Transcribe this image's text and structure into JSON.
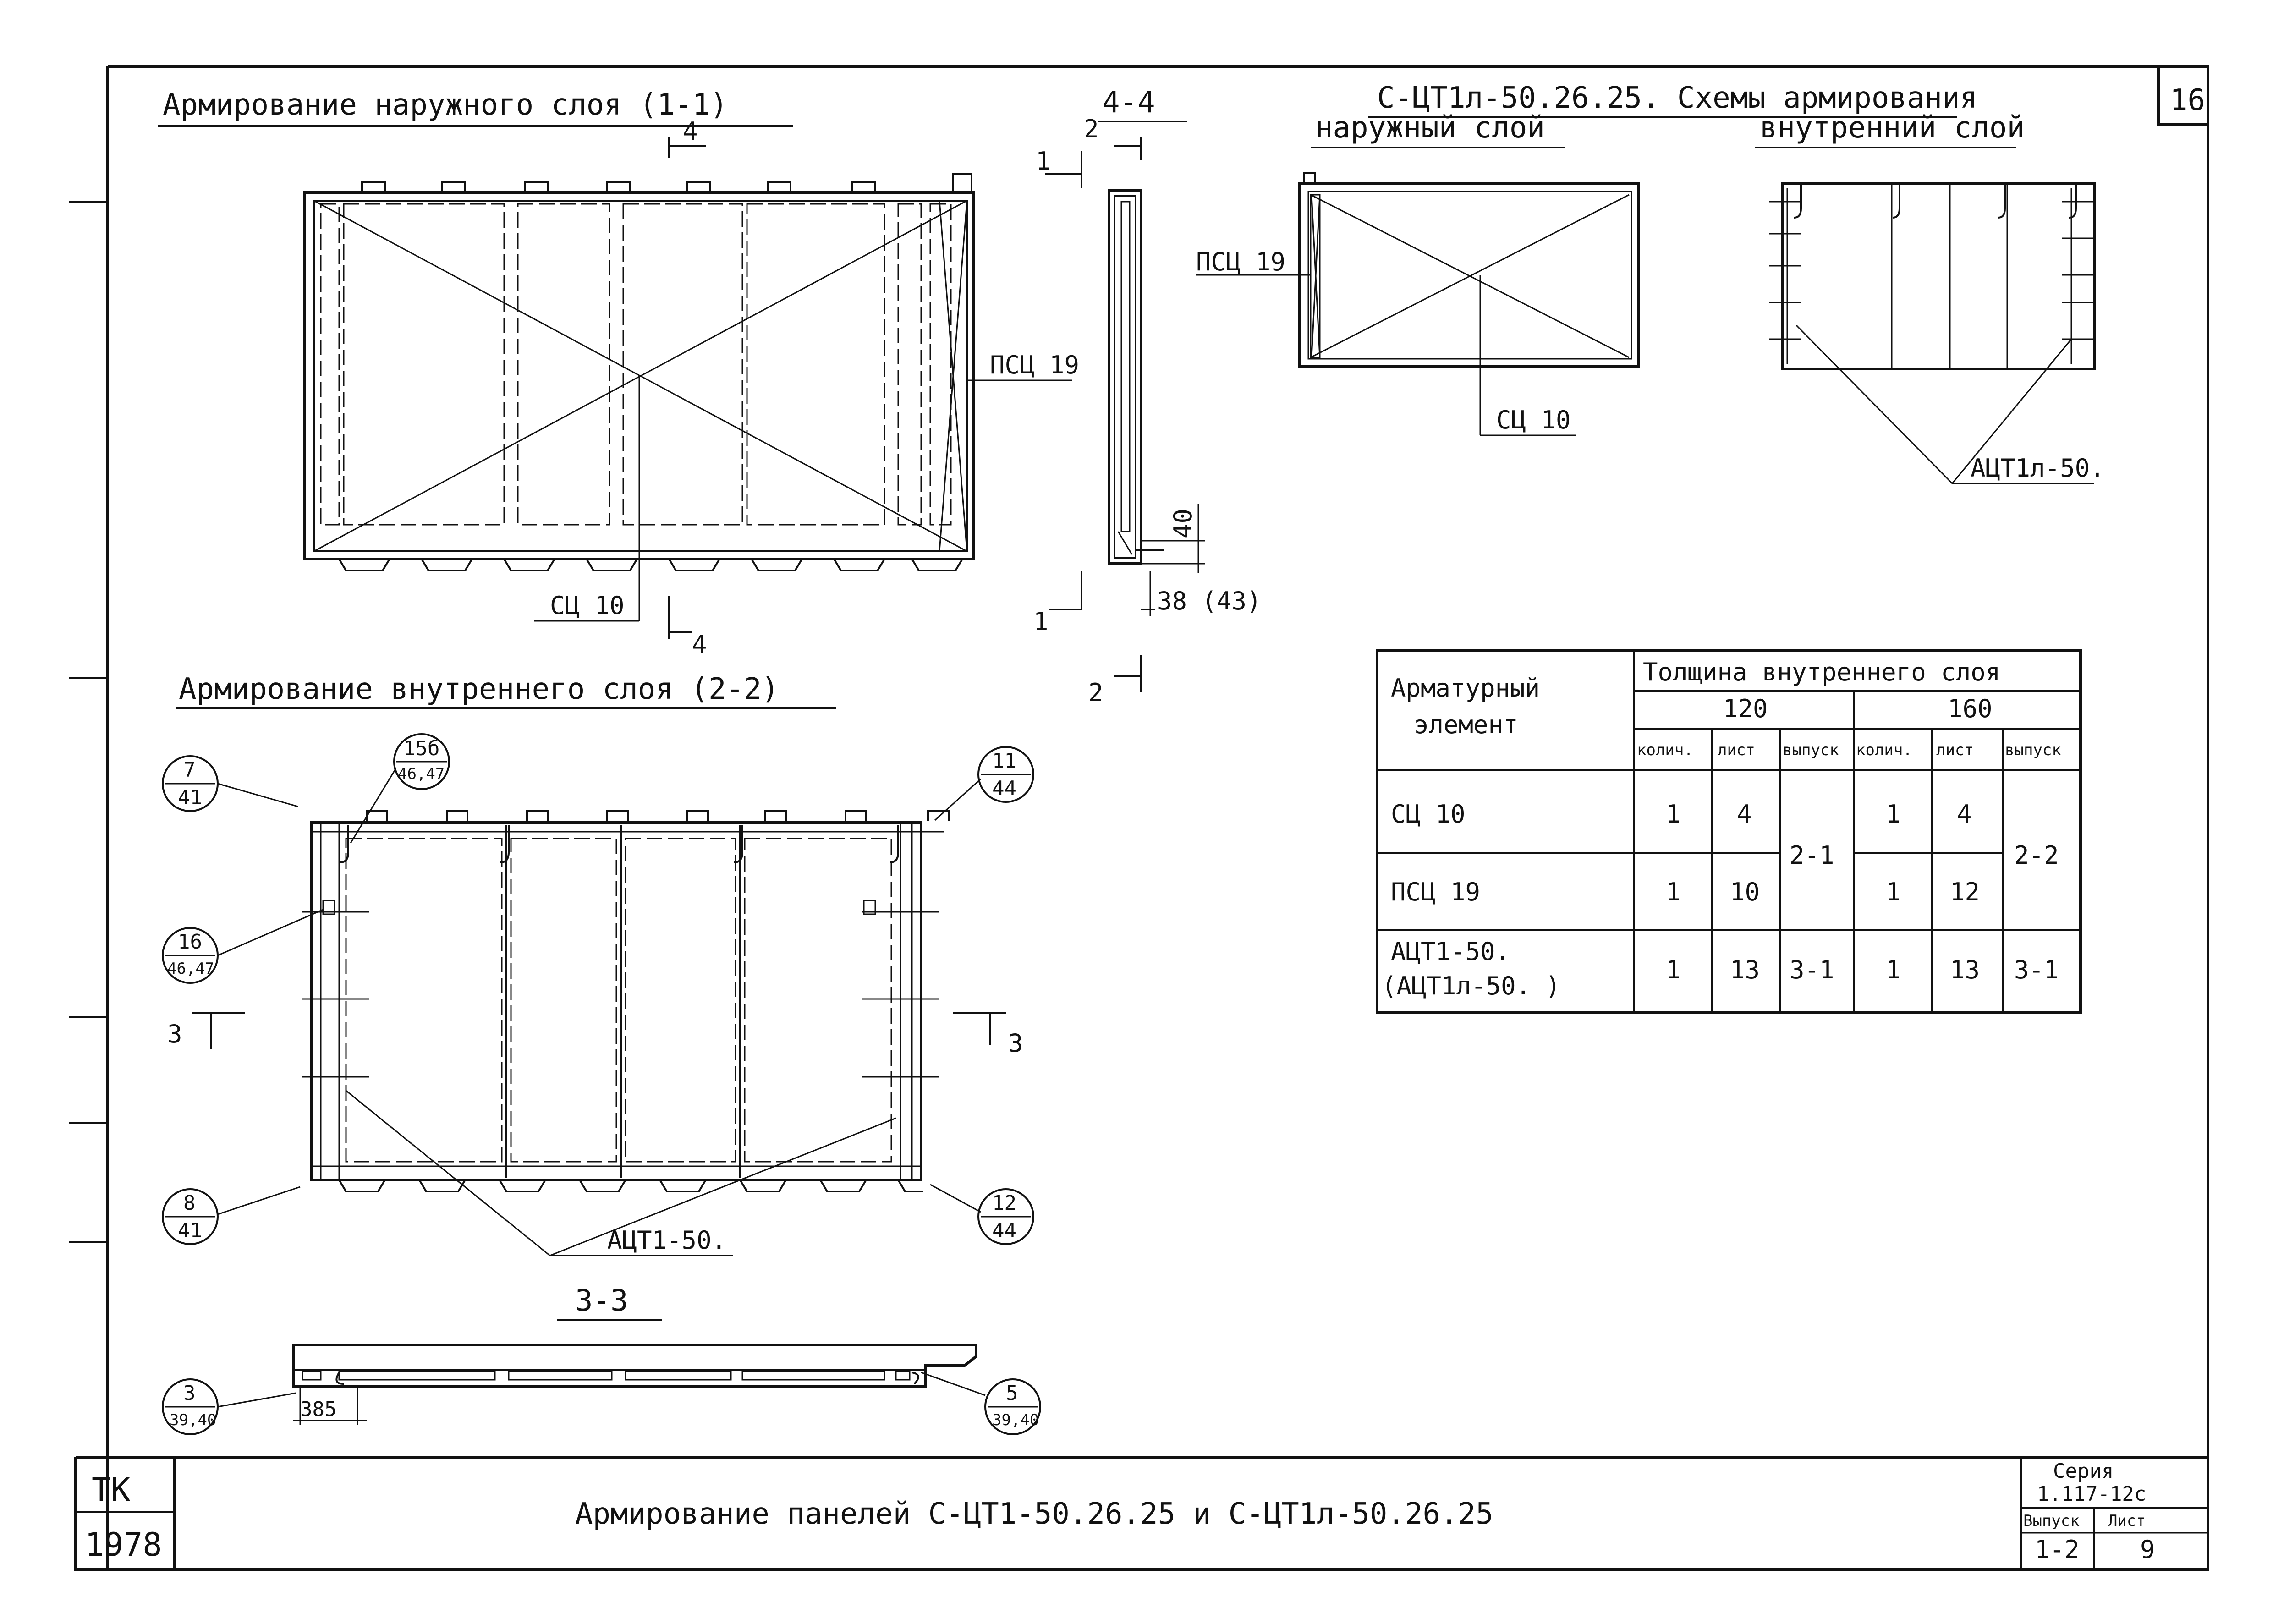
{
  "sheet_corner_number": "16",
  "views": {
    "outer_layer_title": "Армирование наружного слоя (1-1)",
    "inner_layer_title": "Армирование внутреннего слоя (2-2)",
    "section_44": "4-4",
    "section_33": "3-3",
    "schemes_title": "С-ЦТ1л-50.26.25. Схемы армирования",
    "scheme_outer": "наружный слой",
    "scheme_inner": "внутренний слой"
  },
  "labels": {
    "psc19": "ПСЦ 19",
    "sc10": "СЦ 10",
    "act1l": "АЦТ1л-50.",
    "act1": "АЦТ1-50.",
    "cut4": "4",
    "cut1": "1",
    "cut2": "2",
    "cut3": "3",
    "dim40": "40",
    "dim38": "38 (43)",
    "dim385": "385"
  },
  "callouts": [
    {
      "top": "7",
      "bottom": "41"
    },
    {
      "top": "15б",
      "bottom": "46,47"
    },
    {
      "top": "11",
      "bottom": "44"
    },
    {
      "top": "16",
      "bottom": "46,47"
    },
    {
      "top": "8",
      "bottom": "41"
    },
    {
      "top": "12",
      "bottom": "44"
    },
    {
      "top": "3",
      "bottom": "39,40"
    },
    {
      "top": "5",
      "bottom": "39,40"
    }
  ],
  "table": {
    "corner_header": [
      "Арматурный",
      "элемент"
    ],
    "group_header": "Толщина внутреннего слоя",
    "thickness": [
      "120",
      "160"
    ],
    "sub_headers": [
      "колич.",
      "лист",
      "выпуск",
      "колич.",
      "лист",
      "выпуск"
    ],
    "rows": [
      {
        "element": "СЦ 10",
        "q1": "1",
        "s1": "4",
        "q2": "1",
        "s2": "4"
      },
      {
        "element": "ПСЦ 19",
        "q1": "1",
        "s1": "10",
        "q2": "1",
        "s2": "12"
      },
      {
        "element": "АЦТ1-50.",
        "element2": "(АЦТ1л-50.   )",
        "q1": "1",
        "s1": "13",
        "v1": "3-1",
        "q2": "1",
        "s2": "13",
        "v2": "3-1"
      }
    ],
    "merged_vypusk_120": "2-1",
    "merged_vypusk_160": "2-2"
  },
  "title_block": {
    "tk": "ТК",
    "year": "1978",
    "drawing_title": "Армирование панелей С-ЦТ1-50.26.25 и С-ЦТ1л-50.26.25",
    "series_label": "Серия",
    "series_value": "1.117-12с",
    "issue_label": "Выпуск",
    "sheet_label": "Лист",
    "issue_value": "1-2",
    "sheet_value": "9"
  }
}
